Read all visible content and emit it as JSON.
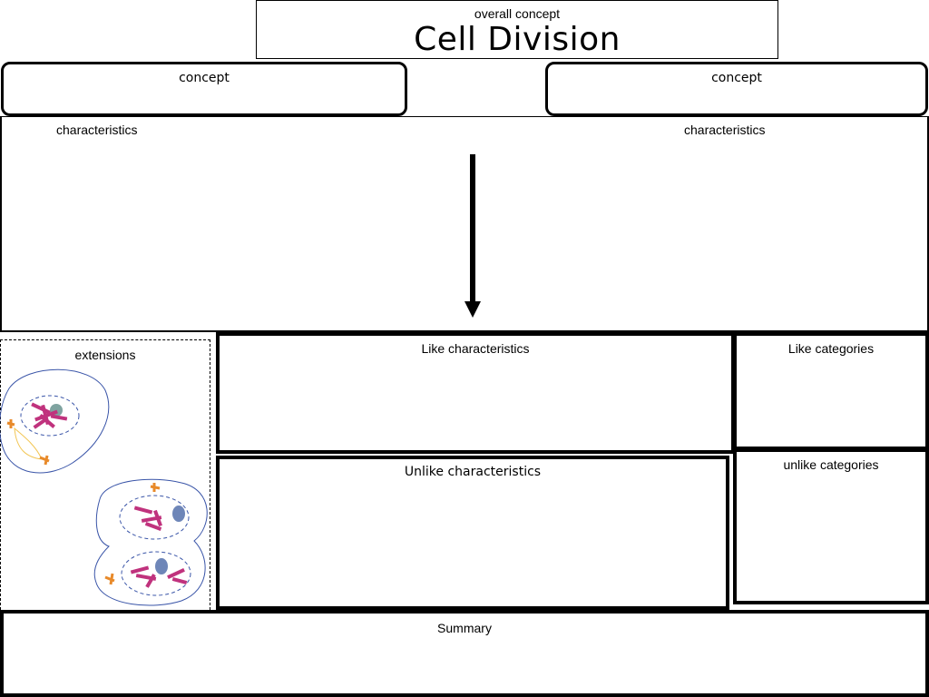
{
  "header": {
    "overall_label": "overall concept",
    "title": "Cell Division"
  },
  "concepts": {
    "left_label": "concept",
    "right_label": "concept"
  },
  "characteristics": {
    "left_label": "characteristics",
    "right_label": "characteristics"
  },
  "extensions": {
    "label": "extensions",
    "illustration": "cell-division-icon"
  },
  "comparison": {
    "like_characteristics": "Like characteristics",
    "unlike_characteristics": "Unlike characteristics",
    "like_categories": "Like categories",
    "unlike_categories": "unlike categories"
  },
  "summary": {
    "label": "Summary"
  },
  "colors": {
    "chromosome": "#c0327d",
    "membrane": "#3a55a8",
    "centrosome": "#e88a2a",
    "nucleolus": "#6e86b8"
  }
}
